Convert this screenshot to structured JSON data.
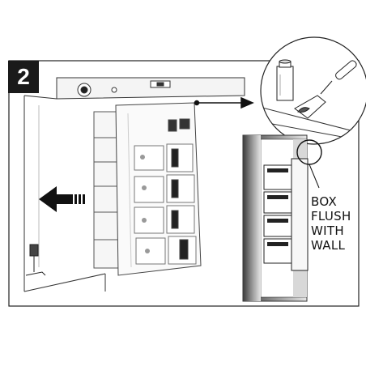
{
  "step": {
    "number": "2"
  },
  "callout": {
    "lines": [
      "BOX",
      "FLUSH",
      "WITH",
      "WALL"
    ]
  },
  "icons": {
    "left_arrow": "arrow-left-icon",
    "right_arrow": "arrow-right-icon",
    "caulk": "caulk-tube-icon",
    "trowel": "trowel-icon",
    "level": "spirit-level-icon"
  }
}
